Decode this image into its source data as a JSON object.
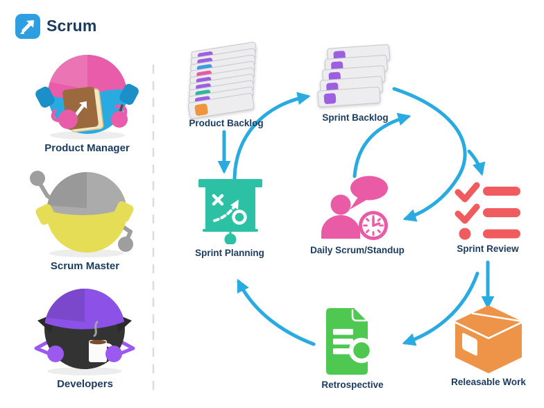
{
  "header": {
    "title": "Scrum"
  },
  "roles": [
    {
      "label": "Product Manager"
    },
    {
      "label": "Scrum Master"
    },
    {
      "label": "Developers"
    }
  ],
  "diagram": {
    "nodes": [
      {
        "id": "product-backlog",
        "label": "Product Backlog"
      },
      {
        "id": "sprint-backlog",
        "label": "Sprint Backlog"
      },
      {
        "id": "sprint-planning",
        "label": "Sprint Planning"
      },
      {
        "id": "daily-scrum",
        "label": "Daily Scrum/Standup"
      },
      {
        "id": "sprint-review",
        "label": "Sprint Review"
      },
      {
        "id": "retrospective",
        "label": "Retrospective"
      },
      {
        "id": "releasable-work",
        "label": "Releasable Work"
      }
    ],
    "edges": [
      {
        "from": "Product Backlog",
        "to": "Sprint Planning"
      },
      {
        "from": "Sprint Planning",
        "to": "Sprint Backlog"
      },
      {
        "from": "Sprint Backlog",
        "to": "Daily Scrum/Standup"
      },
      {
        "from": "Daily Scrum/Standup",
        "to": "Sprint Backlog"
      },
      {
        "from": "Daily Scrum/Standup",
        "to": "Sprint Review"
      },
      {
        "from": "Sprint Review",
        "to": "Releasable Work"
      },
      {
        "from": "Sprint Review",
        "to": "Retrospective"
      },
      {
        "from": "Retrospective",
        "to": "Sprint Planning"
      }
    ]
  },
  "icons": {
    "product_backlog_pills": [
      "#9B5FE0",
      "#9B5FE0",
      "#3E9BE2",
      "#E65CA4",
      "#9B5FE0",
      "#9B5FE0",
      "#2CB89C",
      "#9B5FE0",
      "#F0953F"
    ],
    "sprint_backlog_pills": [
      "#9B5FE0",
      "#9B5FE0",
      "#9B5FE0",
      "#9B5FE0",
      "#9B5FE0"
    ]
  },
  "colors": {
    "navy_text": "#1B3B5E",
    "arrow": "#29ABE2",
    "logo_blue": "#2D9FE0",
    "pm_body": "#29ABE2",
    "pm_cap": "#E85CA9",
    "pm_flap": "#1D8FC8",
    "sm_body": "#E5DD55",
    "sm_cap": "#ABABAB",
    "sm_arm": "#9E9E9E",
    "dev_body": "#333333",
    "dev_cap": "#8C52E8",
    "dev_arm": "#9B59F0",
    "planning_teal": "#2CC0A4",
    "standup_pink": "#E95BA5",
    "review_red": "#EF5B5E",
    "retro_green": "#4EC851",
    "release_orange": "#EE9449",
    "card_bg": "#EDEDF0",
    "card_border": "#C6C6CC",
    "divider": "#DCDCDC"
  }
}
